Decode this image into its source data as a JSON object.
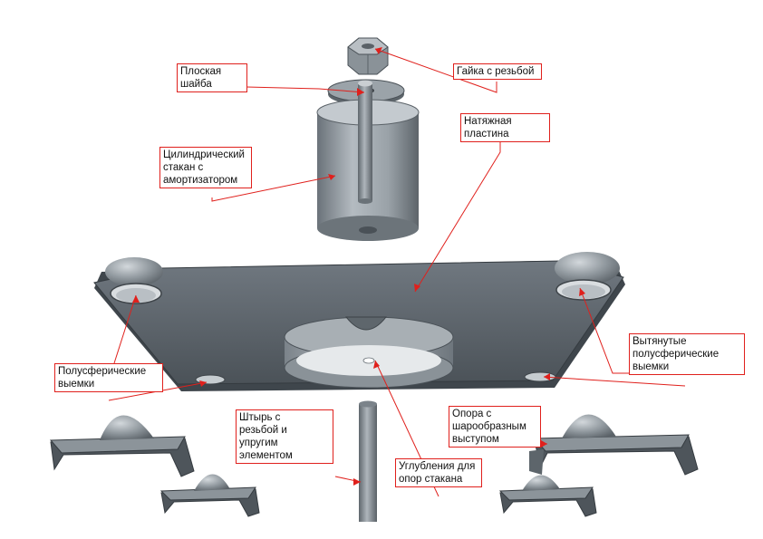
{
  "colors": {
    "callout": "#e0201c",
    "metal_light": "#a9b0b6",
    "metal_mid": "#7f878e",
    "metal_dark": "#4e555b"
  },
  "labels": {
    "flat_washer": "Плоская шайба",
    "threaded_nut": "Гайка с резьбой",
    "tension_plate": "Натяжная\nпластина",
    "cylinder_cup": "Цилиндрический\nстакан с\nамортизатором",
    "hemispherical_recesses": "Полусферические\nвыемки",
    "elongated_recesses": "Вытянутые\nполусферические\nвыемки",
    "threaded_pin": "Штырь с\nрезьбой и\nупругим\nэлементом",
    "ball_support": "Опора с\nшарообразным\nвыступом",
    "cup_recesses": "Углубления для\nопор стакана"
  }
}
